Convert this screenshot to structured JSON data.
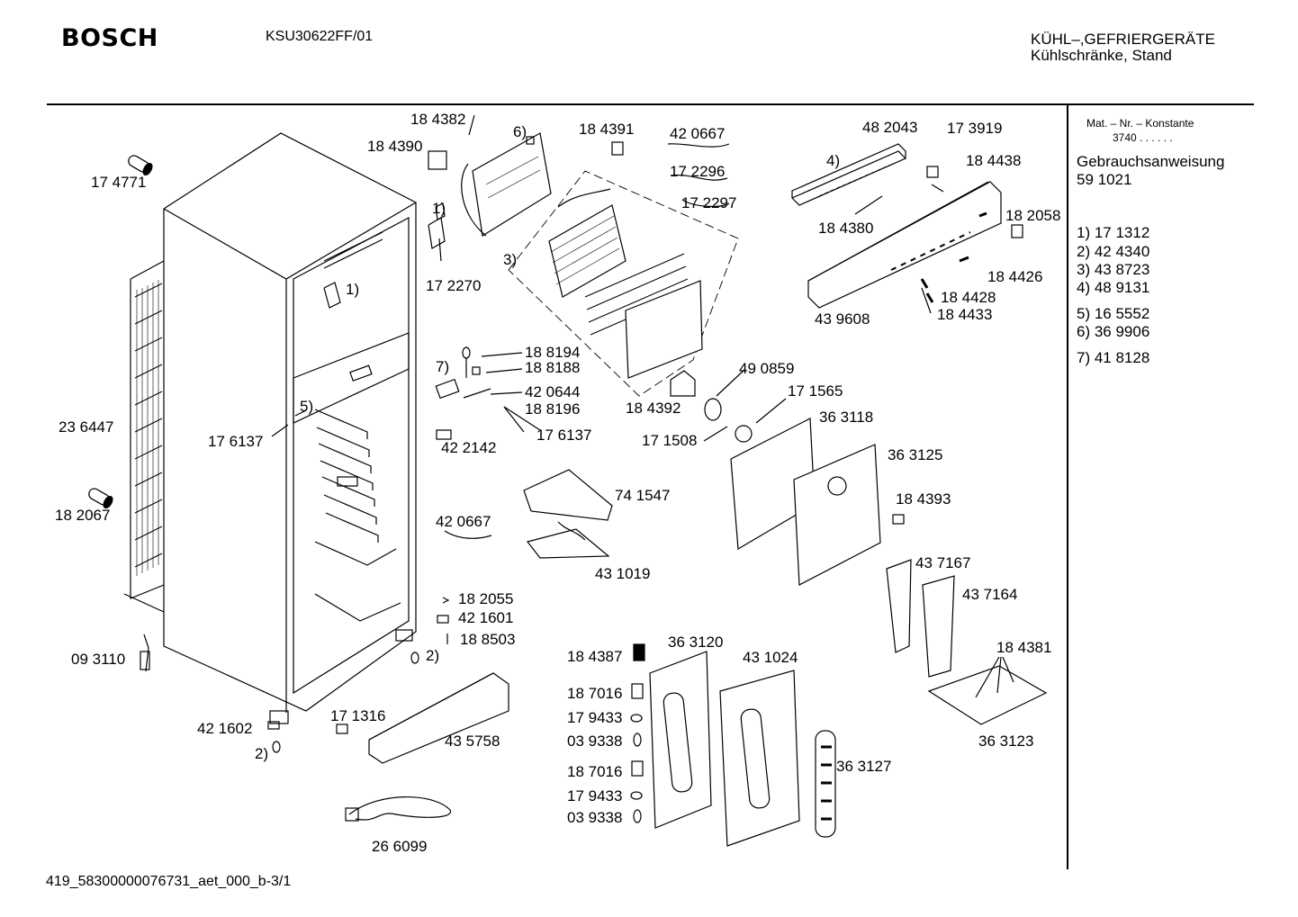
{
  "header": {
    "brand": "BOSCH",
    "model": "KSU30622FF/01",
    "category_line1": "KÜHL–,GEFRIERGERÄTE",
    "category_line2": "Kühlschränke, Stand"
  },
  "sidebar": {
    "mat_nr_label": "Mat. – Nr. – Konstante",
    "mat_nr_value": "3740  .  .  .  .  .  .",
    "manual_label": "Gebrauchsanweisung",
    "manual_value": "59 1021",
    "kits": [
      "1) 17 1312",
      "2) 42 4340",
      "3) 43 8723",
      "4) 48 9131",
      "5) 16 5552",
      "6) 36 9906",
      "7) 41 8128"
    ]
  },
  "parts": {
    "p184382": "18 4382",
    "p184390": "18 4390",
    "p6": "6)",
    "p184391": "18 4391",
    "p420667a": "42 0667",
    "p172296": "17 2296",
    "p172297": "17 2297",
    "p482043": "48 2043",
    "p173919": "17 3919",
    "p4": "4)",
    "p184438": "18 4438",
    "p184380": "18 4380",
    "p182058": "18 2058",
    "p174771": "17 4771",
    "p1a": "1)",
    "p172270": "17 2270",
    "p3": "3)",
    "p1b": "1)",
    "p184426": "18 4426",
    "p184428": "18 4428",
    "p184433": "18 4433",
    "p439608": "43 9608",
    "p188194": "18 8194",
    "p7": "7)",
    "p188188": "18 8188",
    "p420644": "42 0644",
    "p188196": "18 8196",
    "p176137a": "17 6137",
    "p5": "5)",
    "p176137b": "17 6137",
    "p422142": "42 2142",
    "p184392": "18 4392",
    "p490859": "49 0859",
    "p171565": "17 1565",
    "p171508": "17 1508",
    "p363118": "36 3118",
    "p236447": "23 6447",
    "p363125": "36 3125",
    "p741547": "74 1547",
    "p184393": "18 4393",
    "p182067": "18 2067",
    "p420667b": "42 0667",
    "p431019": "43 1019",
    "p437167": "43 7167",
    "p437164": "43 7164",
    "p182055": "18 2055",
    "p421601": "42 1601",
    "p188503": "18 8503",
    "p363120": "36 3120",
    "p431024": "43 1024",
    "p184381": "18 4381",
    "p093110": "09 3110",
    "p2a": "2)",
    "p184387": "18 4387",
    "p187016a": "18 7016",
    "p179433a": "17 9433",
    "p039338a": "03 9338",
    "p363123": "36 3123",
    "p171316": "17 1316",
    "p421602": "42 1602",
    "p435758": "43 5758",
    "p2b": "2)",
    "p187016b": "18 7016",
    "p179433b": "17 9433",
    "p039338b": "03 9338",
    "p363127": "36 3127",
    "p266099": "26 6099"
  },
  "footer": {
    "doc_id": "419_58300000076731_aet_000_b-3/1"
  }
}
